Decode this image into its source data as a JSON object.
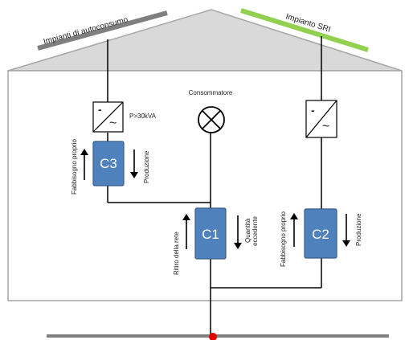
{
  "panels": {
    "left_label": "Impianti di autoconsumo",
    "right_label": "Impianto SRI"
  },
  "consumer": {
    "label": "Consommatore"
  },
  "inverter_left": {
    "power_label": "P>30kVA",
    "dc_symbol": "-",
    "ac_symbol": "~"
  },
  "inverter_right": {
    "dc_symbol": "-",
    "ac_symbol": "~"
  },
  "meters": {
    "c3": {
      "label": "C3",
      "up_label": "Fabbisogno proprio",
      "down_label": "Produzione"
    },
    "c1": {
      "label": "C1",
      "up_label": "Ritiro della rete",
      "down_label_1": "Quantità",
      "down_label_2": "eccedente"
    },
    "c2": {
      "label": "C2",
      "up_label": "Fabbisogno proprio",
      "down_label": "Produzione"
    }
  },
  "colors": {
    "meter_fill": "#4f81bd",
    "meter_stroke": "#385d8a",
    "roof_fill": "#d9d9d9",
    "left_panel": "#7f7f7f",
    "right_panel": "#92d050",
    "grid_point": "#e00000"
  }
}
